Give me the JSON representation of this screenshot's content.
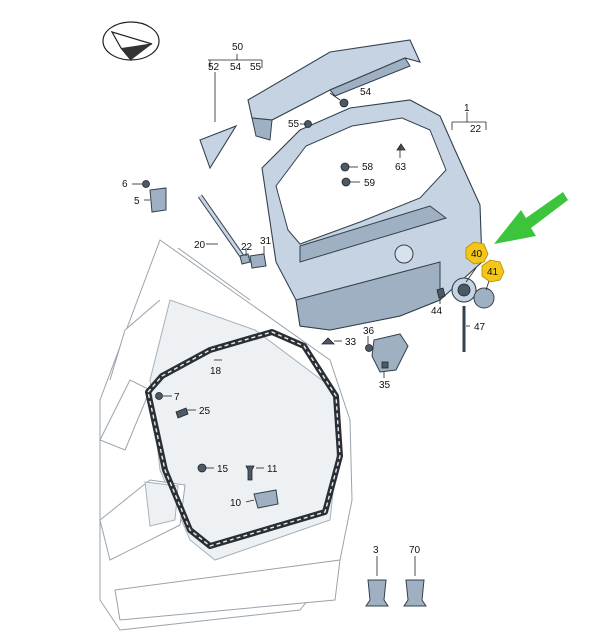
{
  "callouts": {
    "c50": "50",
    "c52": "52",
    "c54a": "54",
    "c55a": "55",
    "c54b": "54",
    "c55b": "55",
    "c1": "1",
    "c22a": "22",
    "c58": "58",
    "c59": "59",
    "c63": "63",
    "c6": "6",
    "c5": "5",
    "c20": "20",
    "c22b": "22",
    "c31": "31",
    "c40": "40",
    "c41": "41",
    "c44": "44",
    "c47": "47",
    "c36": "36",
    "c33": "33",
    "c35": "35",
    "c18": "18",
    "c7": "7",
    "c25": "25",
    "c15": "15",
    "c11": "11",
    "c10": "10",
    "c3": "3",
    "c70": "70"
  },
  "colors": {
    "highlight": "#f5c518",
    "arrow": "#3cc43c",
    "part": "#c5d3e2",
    "outline": "#33404d"
  },
  "icons": {
    "logo": "paper-plane-compass-logo",
    "pointer": "green-arrow-icon"
  }
}
